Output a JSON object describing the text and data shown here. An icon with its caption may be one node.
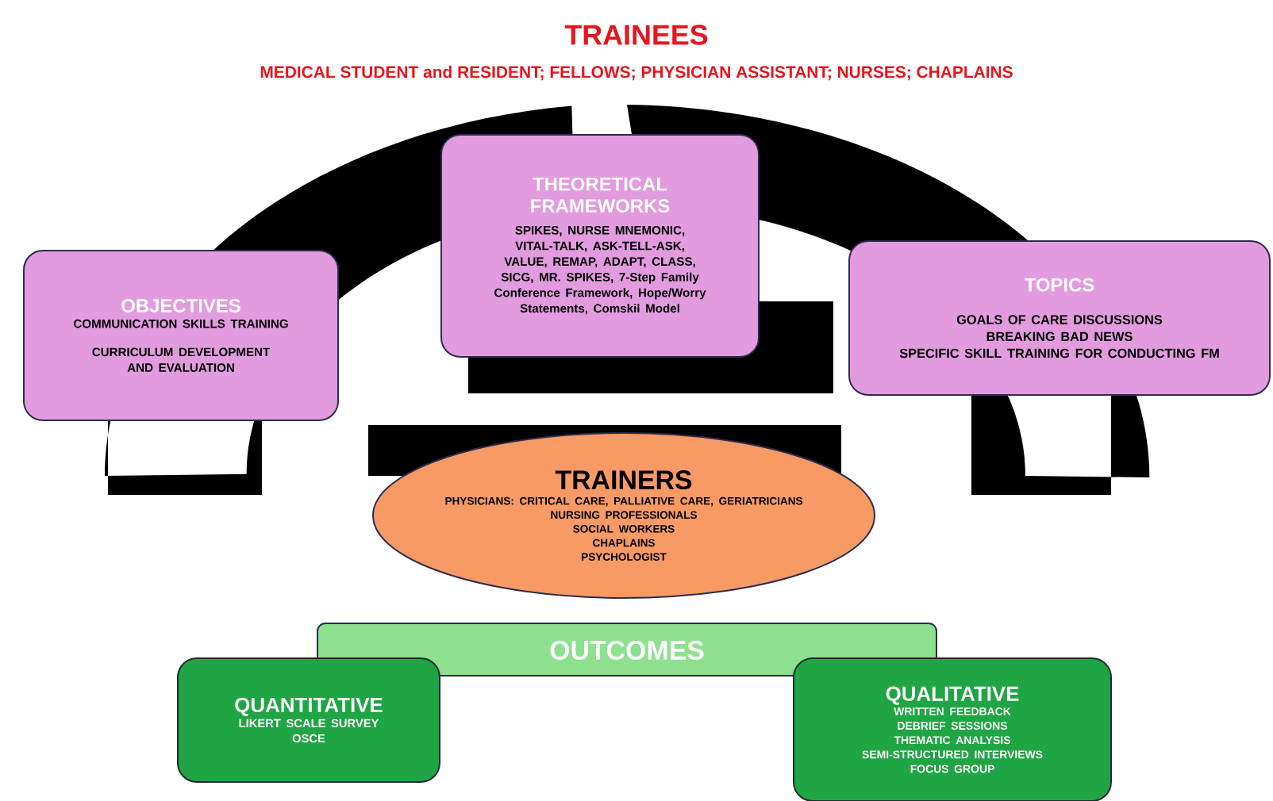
{
  "diagram": {
    "title": "TRAINEES",
    "labels": [
      "MEDICAL STUDENT and RESIDENT; FELLOWS; PHYSICIAN ASSISTANT; NURSES; CHAPLAINS"
    ],
    "nodes": [
      {
        "text": [
          "THEORETICAL FRAMEWORKS",
          "SPIKES, NURSE MNEMONIC, VITAL-TALK, ASK-TELL-ASK, VALUE, REMAP, ADAPT, CLASS, SICG, MR. SPIKES, 7-Step Family Conference Framework, Hope/Worry Statements, Comskil Model"
        ]
      },
      {
        "text": [
          "OBJECTIVES",
          "COMMUNICATION SKILLS TRAINING",
          "CURRICULUM DEVELOPMENT AND EVALUATION"
        ]
      },
      {
        "text": [
          "TOPICS",
          "GOALS OF CARE DISCUSSIONS",
          "BREAKING BAD NEWS",
          "SPECIFIC SKILL TRAINING FOR CONDUCTING FM"
        ]
      },
      {
        "text": [
          "TRAINERS",
          "PHYSICIANS: CRITICAL CARE, PALLIATIVE CARE, GERIATRICIANS",
          "NURSING PROFESSIONALS",
          "SOCIAL WORKERS",
          "CHAPLAINS",
          "PSYCHOLOGIST"
        ]
      },
      {
        "text": [
          "OUTCOMES"
        ]
      },
      {
        "text": [
          "QUANTITATIVE",
          "LIKERT SCALE SURVEY",
          "OSCE"
        ]
      },
      {
        "text": [
          "QUALITATIVE",
          "WRITTEN FEEDBACK",
          "DEBRIEF SESSIONS",
          "THEMATIC ANALYSIS",
          "SEMI-STRUCTURED INTERVIEWS",
          "FOCUS GROUP"
        ]
      }
    ]
  }
}
